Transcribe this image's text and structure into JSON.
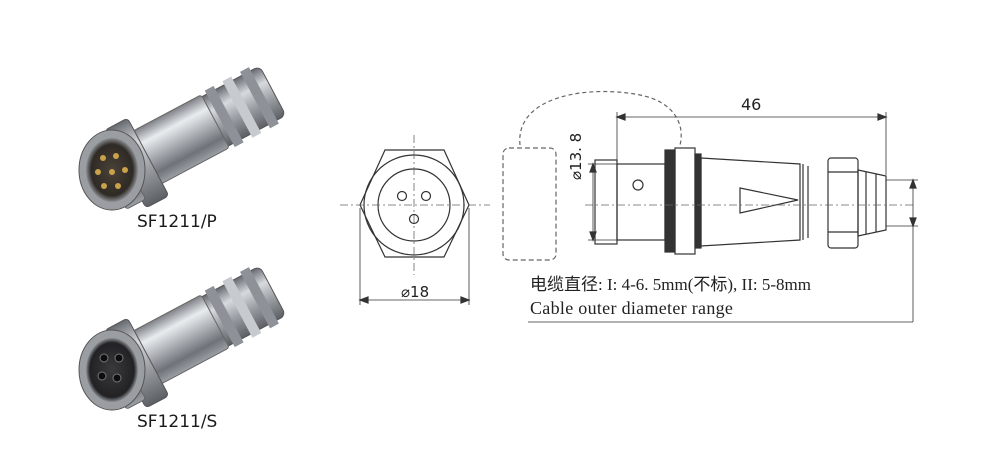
{
  "products": {
    "plug_label": "SF1211/P",
    "socket_label": "SF1211/S"
  },
  "dimensions": {
    "length": "46",
    "front_diameter": "⌀18",
    "body_diameter": "⌀13. 8"
  },
  "cable_range": {
    "cn": "电缆直径: I: 4-6. 5mm(不标), II: 5-8mm",
    "en": "Cable outer  diameter range"
  },
  "colors": {
    "line": "#333333",
    "dash": "#666666",
    "metal": "#b9bdc2"
  }
}
